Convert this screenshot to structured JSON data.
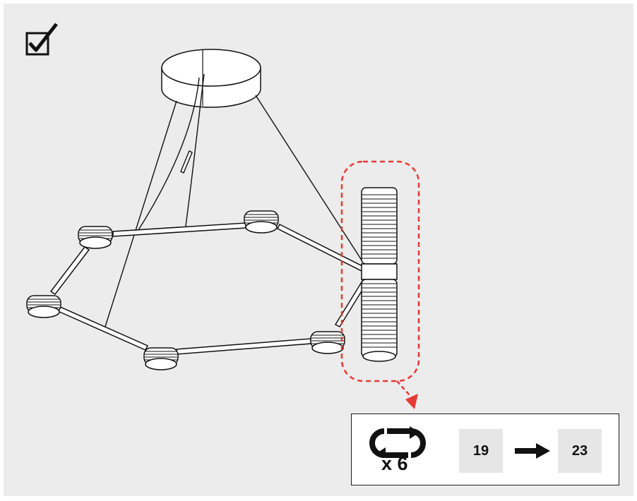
{
  "icons": {
    "checkbox": "checked-checkbox-icon",
    "repeat": "repeat-cycle-icon",
    "arrow": "right-arrow-icon"
  },
  "colors": {
    "background": "#ececec",
    "highlight": "#e53935",
    "line": "#1a1a1a"
  },
  "repeat_step": {
    "count_label": "x 6",
    "from_step": "19",
    "to_step": "23"
  }
}
